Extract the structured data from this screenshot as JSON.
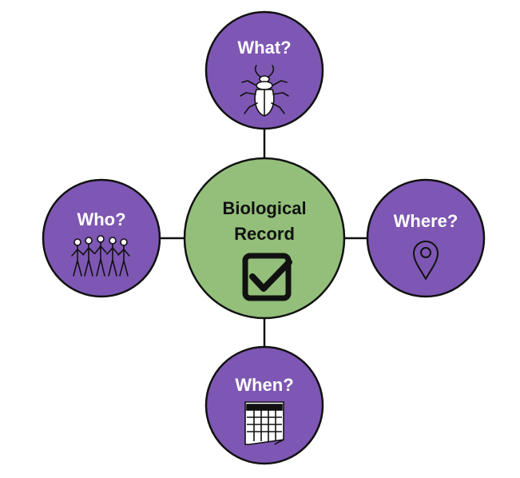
{
  "center": {
    "line1": "Biological",
    "line2": "Record",
    "icon": "checkbox-check-icon"
  },
  "nodes": {
    "what": {
      "label": "What?",
      "icon": "beetle-icon"
    },
    "who": {
      "label": "Who?",
      "icon": "people-group-icon"
    },
    "where": {
      "label": "Where?",
      "icon": "map-pin-icon"
    },
    "when": {
      "label": "When?",
      "icon": "calendar-icon"
    }
  },
  "colors": {
    "purple": "#7e57b4",
    "green": "#93bf7a",
    "stroke": "#111111",
    "connector": "#111111"
  }
}
